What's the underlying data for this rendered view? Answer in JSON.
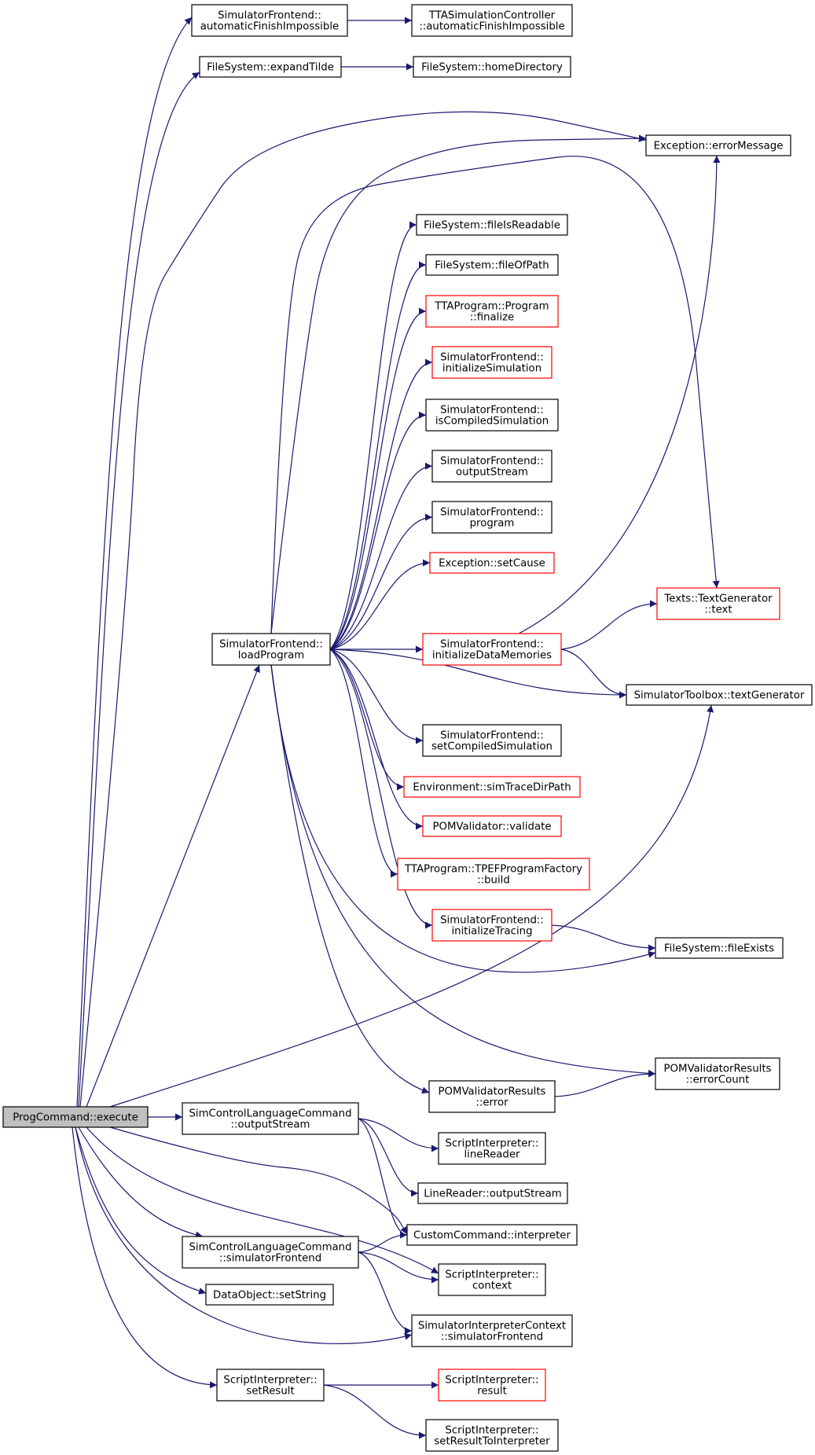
{
  "colors": {
    "edge": "#191970",
    "node_border": "#000000",
    "node_border_truncated": "#ff0000",
    "root_fill": "#bfbfbf",
    "node_fill": "#ffffff"
  },
  "nodes": [
    {
      "id": "prog",
      "lines": [
        "ProgCommand::execute"
      ],
      "kind": "root"
    },
    {
      "id": "sfAutoFinish",
      "lines": [
        "SimulatorFrontend::",
        "automaticFinishImpossible"
      ],
      "kind": "normal"
    },
    {
      "id": "ttaAutoFinish",
      "lines": [
        "TTASimulationController",
        "::automaticFinishImpossible"
      ],
      "kind": "normal"
    },
    {
      "id": "fsExpandTilde",
      "lines": [
        "FileSystem::expandTilde"
      ],
      "kind": "normal"
    },
    {
      "id": "fsHomeDir",
      "lines": [
        "FileSystem::homeDirectory"
      ],
      "kind": "normal"
    },
    {
      "id": "excErrorMessage",
      "lines": [
        "Exception::errorMessage"
      ],
      "kind": "normal"
    },
    {
      "id": "fsFileIsReadable",
      "lines": [
        "FileSystem::fileIsReadable"
      ],
      "kind": "normal"
    },
    {
      "id": "fsFileOfPath",
      "lines": [
        "FileSystem::fileOfPath"
      ],
      "kind": "normal"
    },
    {
      "id": "ttaFinalize",
      "lines": [
        "TTAProgram::Program",
        "::finalize"
      ],
      "kind": "truncated"
    },
    {
      "id": "sfInitSim",
      "lines": [
        "SimulatorFrontend::",
        "initializeSimulation"
      ],
      "kind": "truncated"
    },
    {
      "id": "sfIsCompiled",
      "lines": [
        "SimulatorFrontend::",
        "isCompiledSimulation"
      ],
      "kind": "normal"
    },
    {
      "id": "sfOutputStream",
      "lines": [
        "SimulatorFrontend::",
        "outputStream"
      ],
      "kind": "normal"
    },
    {
      "id": "sfProgram",
      "lines": [
        "SimulatorFrontend::",
        "program"
      ],
      "kind": "normal"
    },
    {
      "id": "excSetCause",
      "lines": [
        "Exception::setCause"
      ],
      "kind": "truncated"
    },
    {
      "id": "textsText",
      "lines": [
        "Texts::TextGenerator",
        "::text"
      ],
      "kind": "truncated"
    },
    {
      "id": "sfLoadProgram",
      "lines": [
        "SimulatorFrontend::",
        "loadProgram"
      ],
      "kind": "normal"
    },
    {
      "id": "sfInitDataMem",
      "lines": [
        "SimulatorFrontend::",
        "initializeDataMemories"
      ],
      "kind": "truncated"
    },
    {
      "id": "stTextGen",
      "lines": [
        "SimulatorToolbox::textGenerator"
      ],
      "kind": "normal"
    },
    {
      "id": "sfSetCompiled",
      "lines": [
        "SimulatorFrontend::",
        "setCompiledSimulation"
      ],
      "kind": "normal"
    },
    {
      "id": "envSimTrace",
      "lines": [
        "Environment::simTraceDirPath"
      ],
      "kind": "truncated"
    },
    {
      "id": "pomValidate",
      "lines": [
        "POMValidator::validate"
      ],
      "kind": "truncated"
    },
    {
      "id": "tpefBuild",
      "lines": [
        "TTAProgram::TPEFProgramFactory",
        "::build"
      ],
      "kind": "truncated"
    },
    {
      "id": "sfInitTracing",
      "lines": [
        "SimulatorFrontend::",
        "initializeTracing"
      ],
      "kind": "truncated"
    },
    {
      "id": "fsFileExists",
      "lines": [
        "FileSystem::fileExists"
      ],
      "kind": "normal"
    },
    {
      "id": "pomErrorCount",
      "lines": [
        "POMValidatorResults",
        "::errorCount"
      ],
      "kind": "normal"
    },
    {
      "id": "pomError",
      "lines": [
        "POMValidatorResults",
        "::error"
      ],
      "kind": "normal"
    },
    {
      "id": "sclcOutputStream",
      "lines": [
        "SimControlLanguageCommand",
        "::outputStream"
      ],
      "kind": "normal"
    },
    {
      "id": "siLineReader",
      "lines": [
        "ScriptInterpreter::",
        "lineReader"
      ],
      "kind": "normal"
    },
    {
      "id": "lrOutputStream",
      "lines": [
        "LineReader::outputStream"
      ],
      "kind": "normal"
    },
    {
      "id": "ccInterpreter",
      "lines": [
        "CustomCommand::interpreter"
      ],
      "kind": "normal"
    },
    {
      "id": "sclcSimFrontend",
      "lines": [
        "SimControlLanguageCommand",
        "::simulatorFrontend"
      ],
      "kind": "normal"
    },
    {
      "id": "siContext",
      "lines": [
        "ScriptInterpreter::",
        "context"
      ],
      "kind": "normal"
    },
    {
      "id": "doSetString",
      "lines": [
        "DataObject::setString"
      ],
      "kind": "normal"
    },
    {
      "id": "sicSimFrontend",
      "lines": [
        "SimulatorInterpreterContext",
        "::simulatorFrontend"
      ],
      "kind": "normal"
    },
    {
      "id": "siSetResult",
      "lines": [
        "ScriptInterpreter::",
        "setResult"
      ],
      "kind": "normal"
    },
    {
      "id": "siResult",
      "lines": [
        "ScriptInterpreter::",
        "result"
      ],
      "kind": "truncated"
    },
    {
      "id": "siSetResultToInterp",
      "lines": [
        "ScriptInterpreter::",
        "setResultToInterpreter"
      ],
      "kind": "normal"
    }
  ],
  "edges": [
    {
      "from": "prog",
      "to": "sfAutoFinish"
    },
    {
      "from": "sfAutoFinish",
      "to": "ttaAutoFinish"
    },
    {
      "from": "prog",
      "to": "fsExpandTilde"
    },
    {
      "from": "fsExpandTilde",
      "to": "fsHomeDir"
    },
    {
      "from": "prog",
      "to": "excErrorMessage"
    },
    {
      "from": "prog",
      "to": "sfLoadProgram"
    },
    {
      "from": "prog",
      "to": "stTextGen"
    },
    {
      "from": "prog",
      "to": "sclcOutputStream"
    },
    {
      "from": "prog",
      "to": "ccInterpreter"
    },
    {
      "from": "prog",
      "to": "sclcSimFrontend"
    },
    {
      "from": "prog",
      "to": "siContext"
    },
    {
      "from": "prog",
      "to": "doSetString"
    },
    {
      "from": "prog",
      "to": "sicSimFrontend"
    },
    {
      "from": "prog",
      "to": "siSetResult"
    },
    {
      "from": "sfLoadProgram",
      "to": "excErrorMessage"
    },
    {
      "from": "sfLoadProgram",
      "to": "textsText"
    },
    {
      "from": "sfLoadProgram",
      "to": "fsFileIsReadable"
    },
    {
      "from": "sfLoadProgram",
      "to": "fsFileOfPath"
    },
    {
      "from": "sfLoadProgram",
      "to": "ttaFinalize"
    },
    {
      "from": "sfLoadProgram",
      "to": "sfInitSim"
    },
    {
      "from": "sfLoadProgram",
      "to": "sfIsCompiled"
    },
    {
      "from": "sfLoadProgram",
      "to": "sfOutputStream"
    },
    {
      "from": "sfLoadProgram",
      "to": "sfProgram"
    },
    {
      "from": "sfLoadProgram",
      "to": "excSetCause"
    },
    {
      "from": "sfLoadProgram",
      "to": "sfInitDataMem"
    },
    {
      "from": "sfLoadProgram",
      "to": "stTextGen"
    },
    {
      "from": "sfLoadProgram",
      "to": "sfSetCompiled"
    },
    {
      "from": "sfLoadProgram",
      "to": "envSimTrace"
    },
    {
      "from": "sfLoadProgram",
      "to": "pomValidate"
    },
    {
      "from": "sfLoadProgram",
      "to": "tpefBuild"
    },
    {
      "from": "sfLoadProgram",
      "to": "sfInitTracing"
    },
    {
      "from": "sfLoadProgram",
      "to": "fsFileExists"
    },
    {
      "from": "sfLoadProgram",
      "to": "pomError"
    },
    {
      "from": "sfLoadProgram",
      "to": "pomErrorCount"
    },
    {
      "from": "sfInitDataMem",
      "to": "excErrorMessage"
    },
    {
      "from": "sfInitDataMem",
      "to": "textsText"
    },
    {
      "from": "sfInitDataMem",
      "to": "stTextGen"
    },
    {
      "from": "sfInitTracing",
      "to": "fsFileExists"
    },
    {
      "from": "pomError",
      "to": "pomErrorCount"
    },
    {
      "from": "sclcOutputStream",
      "to": "siLineReader"
    },
    {
      "from": "sclcOutputStream",
      "to": "lrOutputStream"
    },
    {
      "from": "sclcOutputStream",
      "to": "ccInterpreter"
    },
    {
      "from": "sclcSimFrontend",
      "to": "ccInterpreter"
    },
    {
      "from": "sclcSimFrontend",
      "to": "siContext"
    },
    {
      "from": "sclcSimFrontend",
      "to": "sicSimFrontend"
    },
    {
      "from": "siSetResult",
      "to": "siResult"
    },
    {
      "from": "siSetResult",
      "to": "siSetResultToInterp"
    }
  ]
}
